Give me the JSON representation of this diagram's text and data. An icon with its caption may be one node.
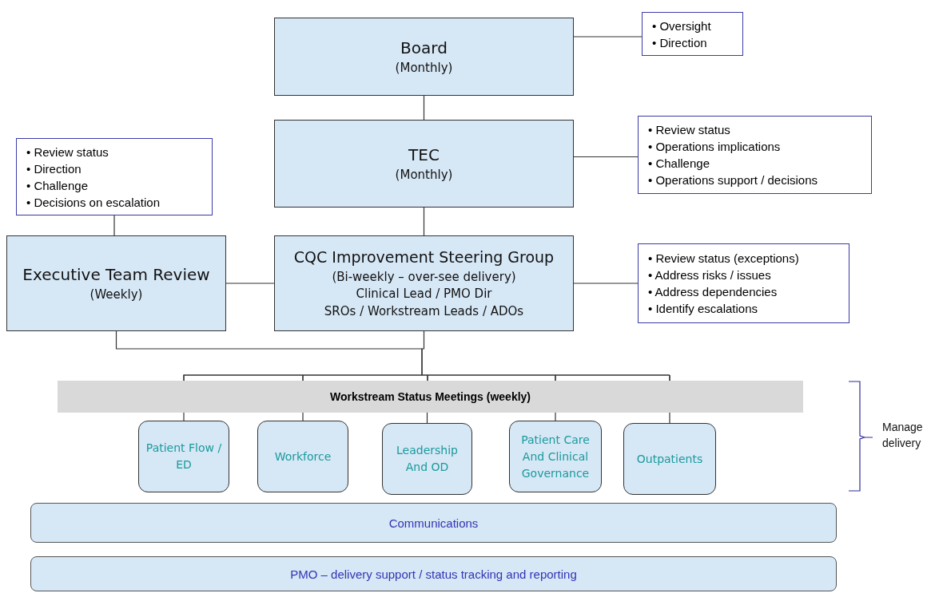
{
  "diagram": {
    "nodes": [
      {
        "text": [
          "Board",
          "(Monthly)"
        ]
      },
      {
        "text": [
          "• Oversight",
          "• Direction"
        ]
      },
      {
        "text": [
          "TEC",
          "(Monthly)"
        ]
      },
      {
        "text": [
          "• Review status",
          "• Operations implications",
          "• Challenge",
          "• Operations support / decisions"
        ]
      },
      {
        "text": [
          "• Review status",
          "• Direction",
          "• Challenge",
          "• Decisions on escalation"
        ]
      },
      {
        "text": [
          "Executive Team Review",
          "(Weekly)"
        ]
      },
      {
        "text": [
          "CQC Improvement Steering Group",
          "(Bi-weekly – over-see delivery)",
          "Clinical Lead / PMO Dir",
          "SROs / Workstream Leads / ADOs"
        ]
      },
      {
        "text": [
          "• Review status (exceptions)",
          "• Address risks / issues",
          "• Address dependencies",
          "• Identify escalations"
        ]
      },
      {
        "text": [
          "Workstream Status Meetings (weekly)"
        ]
      },
      {
        "text": [
          "Patient Flow / ED"
        ]
      },
      {
        "text": [
          "Workforce"
        ]
      },
      {
        "text": [
          "Leadership And OD"
        ]
      },
      {
        "text": [
          "Patient Care And Clinical Governance"
        ]
      },
      {
        "text": [
          "Outpatients"
        ]
      },
      {
        "text": [
          "Communications"
        ]
      },
      {
        "text": [
          "PMO – delivery support / status tracking and reporting"
        ]
      }
    ],
    "edges": [
      {
        "from": 0,
        "to": 1,
        "arrow": "none"
      },
      {
        "from": 0,
        "to": 2,
        "arrow": "none"
      },
      {
        "from": 2,
        "to": 3,
        "arrow": "none"
      },
      {
        "from": 2,
        "to": 6,
        "arrow": "none"
      },
      {
        "from": 4,
        "to": 5,
        "arrow": "none"
      },
      {
        "from": 5,
        "to": 6,
        "arrow": "none"
      },
      {
        "from": 6,
        "to": 7,
        "arrow": "none"
      },
      {
        "from": 5,
        "to": 8,
        "arrow": "none"
      },
      {
        "from": 6,
        "to": 8,
        "arrow": "none"
      },
      {
        "from": 8,
        "to": 9,
        "arrow": "none"
      },
      {
        "from": 8,
        "to": 10,
        "arrow": "none"
      },
      {
        "from": 8,
        "to": 11,
        "arrow": "none"
      },
      {
        "from": 8,
        "to": 12,
        "arrow": "none"
      },
      {
        "from": 8,
        "to": 13,
        "arrow": "none"
      }
    ],
    "labels": [
      "Manage delivery"
    ]
  }
}
